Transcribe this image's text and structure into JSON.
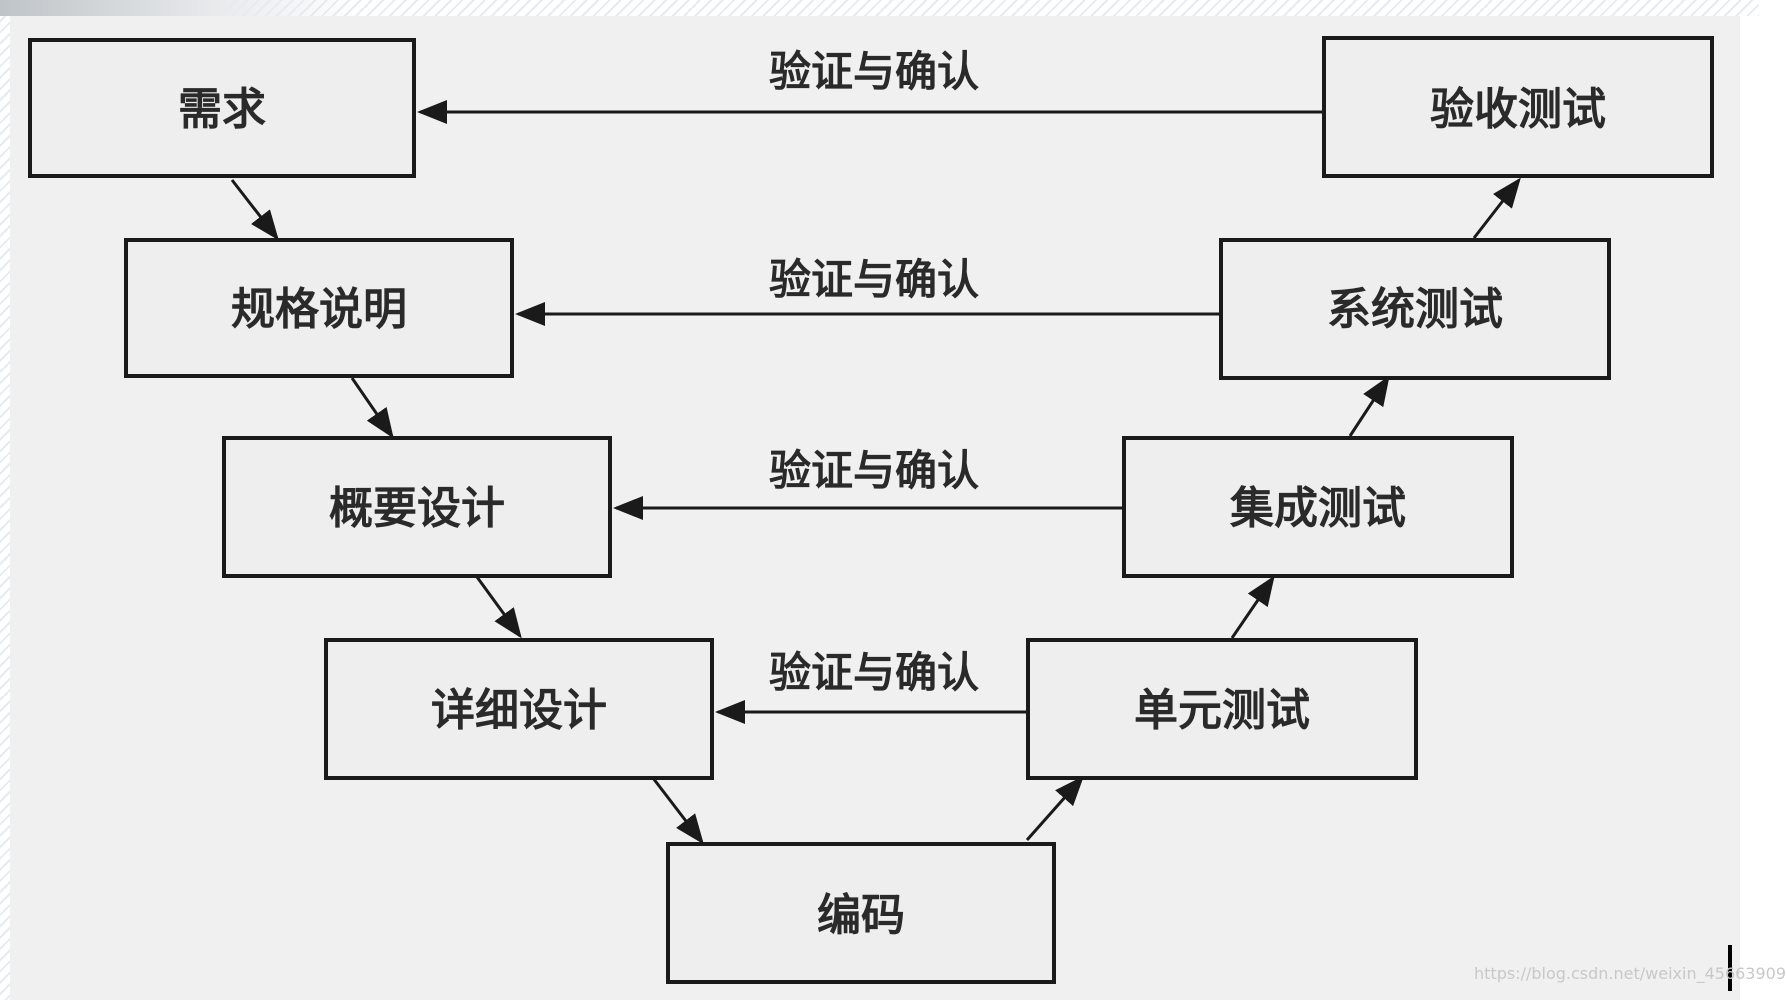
{
  "diagram": {
    "left_stages": [
      {
        "id": "req",
        "label": "需求"
      },
      {
        "id": "spec",
        "label": "规格说明"
      },
      {
        "id": "hld",
        "label": "概要设计"
      },
      {
        "id": "lld",
        "label": "详细设计"
      }
    ],
    "bottom_stage": {
      "id": "code",
      "label": "编码"
    },
    "right_stages": [
      {
        "id": "acceptance",
        "label": "验收测试"
      },
      {
        "id": "system",
        "label": "系统测试"
      },
      {
        "id": "integration",
        "label": "集成测试"
      },
      {
        "id": "unit",
        "label": "单元测试"
      }
    ],
    "vv_label": "验证与确认",
    "flows": [
      {
        "from": "req",
        "to": "spec"
      },
      {
        "from": "spec",
        "to": "hld"
      },
      {
        "from": "hld",
        "to": "lld"
      },
      {
        "from": "lld",
        "to": "code"
      },
      {
        "from": "code",
        "to": "unit"
      },
      {
        "from": "unit",
        "to": "integration"
      },
      {
        "from": "integration",
        "to": "system"
      },
      {
        "from": "system",
        "to": "acceptance"
      },
      {
        "from": "acceptance",
        "to": "req",
        "label": "验证与确认"
      },
      {
        "from": "system",
        "to": "spec",
        "label": "验证与确认"
      },
      {
        "from": "integration",
        "to": "hld",
        "label": "验证与确认"
      },
      {
        "from": "unit",
        "to": "lld",
        "label": "验证与确认"
      }
    ]
  },
  "watermark": "https://blog.csdn.net/weixin_45663909"
}
